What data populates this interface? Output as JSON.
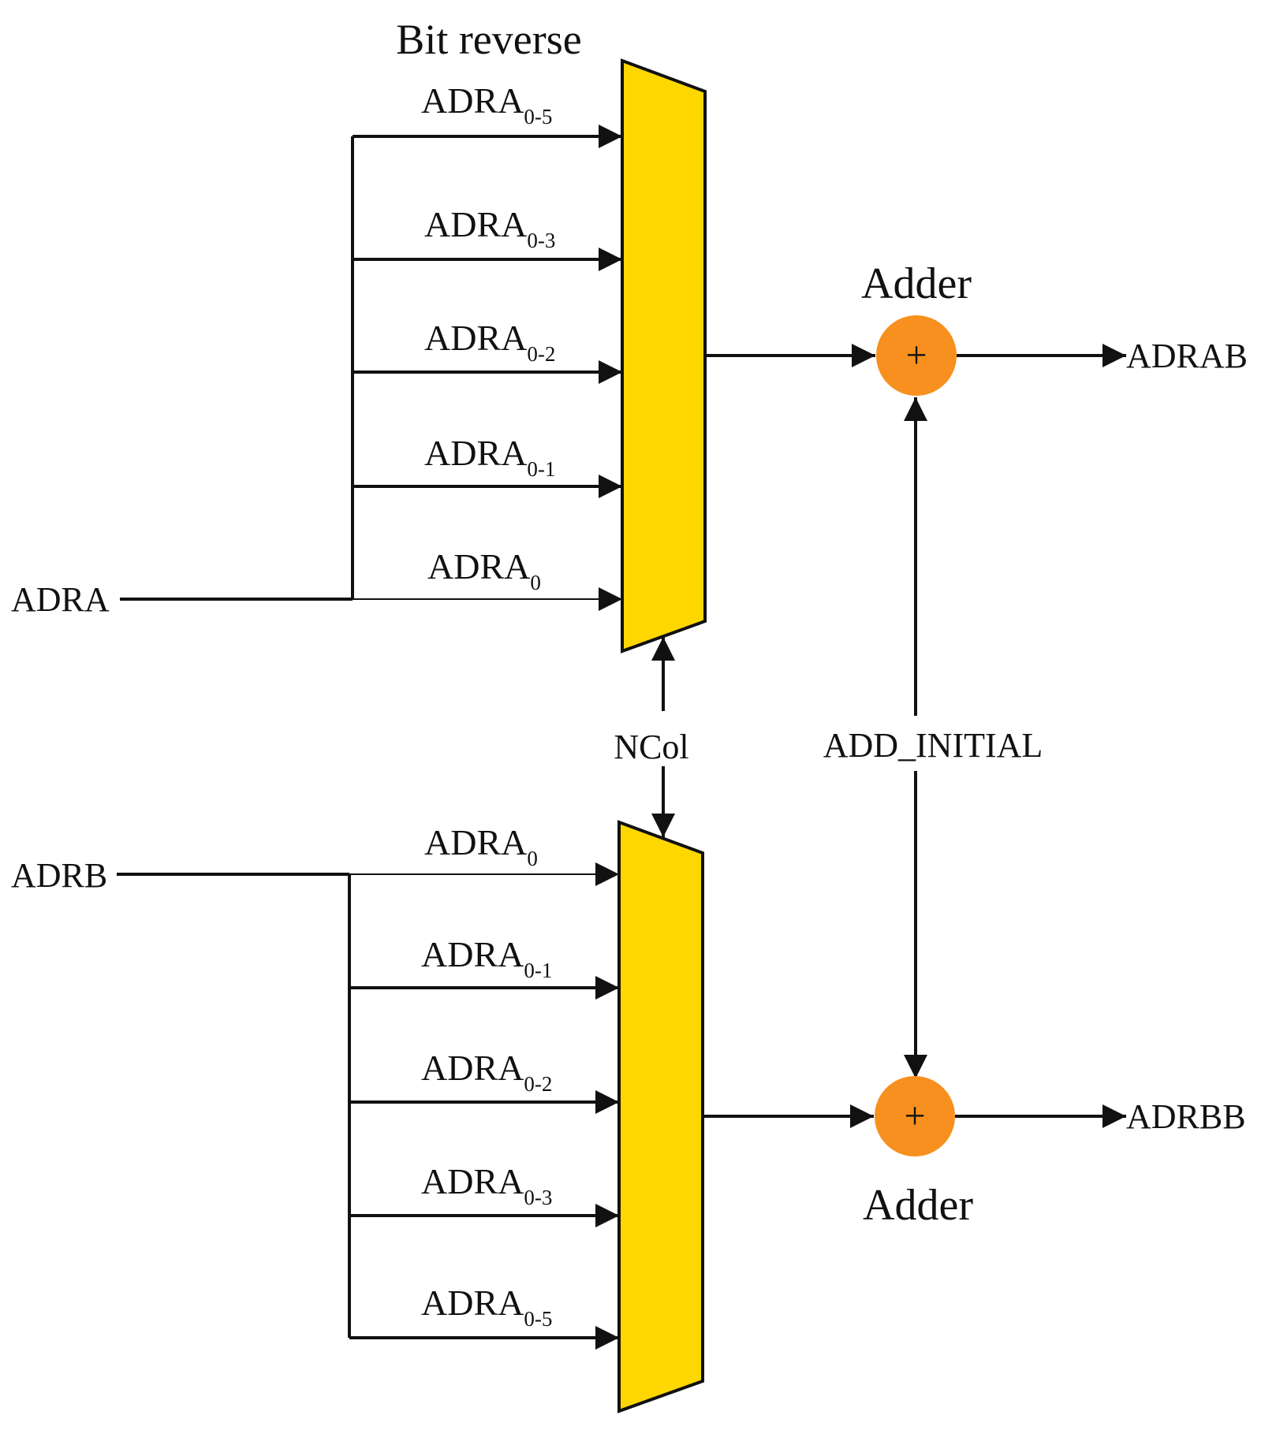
{
  "title": "Bit reverse",
  "colors": {
    "mux_fill": "#FFD700",
    "adder_fill": "#F7901E",
    "line": "#111111"
  },
  "top_mux": {
    "input_signal": "ADRA",
    "inputs": [
      {
        "base": "ADRA",
        "sub": "0-5"
      },
      {
        "base": "ADRA",
        "sub": "0-3"
      },
      {
        "base": "ADRA",
        "sub": "0-2"
      },
      {
        "base": "ADRA",
        "sub": "0-1"
      },
      {
        "base": "ADRA",
        "sub": "0"
      }
    ]
  },
  "bottom_mux": {
    "input_signal": "ADRB",
    "inputs": [
      {
        "base": "ADRA",
        "sub": "0"
      },
      {
        "base": "ADRA",
        "sub": "0-1"
      },
      {
        "base": "ADRA",
        "sub": "0-2"
      },
      {
        "base": "ADRA",
        "sub": "0-3"
      },
      {
        "base": "ADRA",
        "sub": "0-5"
      }
    ]
  },
  "select_signal": "NCol",
  "add_signal": "ADD_INITIAL",
  "top_adder": {
    "label": "Adder",
    "symbol": "+",
    "output": "ADRAB"
  },
  "bottom_adder": {
    "label": "Adder",
    "symbol": "+",
    "output": "ADRBB"
  }
}
